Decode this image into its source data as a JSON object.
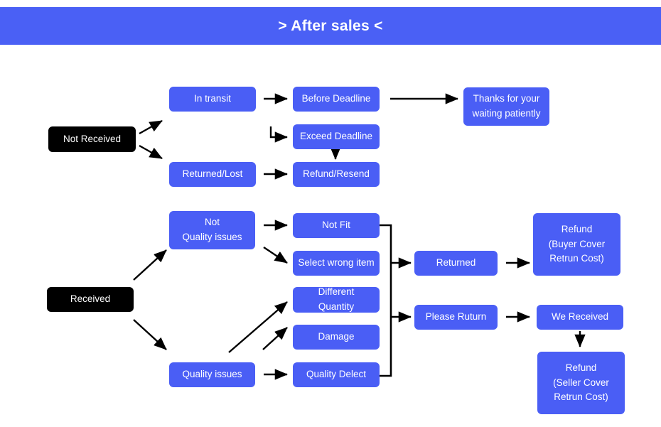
{
  "header": {
    "title": "> After sales <",
    "background_color": "#4a60f5",
    "text_color": "#ffffff"
  },
  "theme": {
    "node_blue": "#4a5ef5",
    "node_black": "#000000",
    "edge_color": "#000000",
    "page_background": "#ffffff"
  },
  "flowchart": {
    "branches": [
      {
        "name": "not-received",
        "root": "Not Received",
        "stages": [
          "In transit",
          "Before Deadline",
          "Exceed Deadline",
          "Refund/Resend",
          "Returned/Lost",
          "Thanks for your waiting patiently"
        ]
      },
      {
        "name": "received",
        "root": "Received",
        "stages": [
          "Not Quality issues",
          "Quality issues",
          "Not Fit",
          "Select wrong item",
          "Different Quantity",
          "Damage",
          "Quality Delect",
          "Returned",
          "Please Ruturn",
          "Refund (Buyer Cover Retrun Cost)",
          "We Received",
          "Refund (Seller Cover Retrun Cost)"
        ]
      }
    ],
    "nodes": {
      "not_received": {
        "label": "Not Received",
        "style": "black"
      },
      "in_transit": {
        "label": "In transit",
        "style": "blue"
      },
      "returned_lost": {
        "label": "Returned/Lost",
        "style": "blue"
      },
      "before_deadline": {
        "label": "Before Deadline",
        "style": "blue"
      },
      "exceed_deadline": {
        "label": "Exceed Deadline",
        "style": "blue"
      },
      "refund_resend": {
        "label": "Refund/Resend",
        "style": "blue"
      },
      "thanks": {
        "line1": "Thanks for your",
        "line2": "waiting patiently",
        "style": "blue"
      },
      "received": {
        "label": "Received",
        "style": "black"
      },
      "not_quality_issues": {
        "line1": "Not",
        "line2": "Quality issues",
        "style": "blue"
      },
      "quality_issues": {
        "label": "Quality issues",
        "style": "blue"
      },
      "not_fit": {
        "label": "Not Fit",
        "style": "blue"
      },
      "select_wrong_item": {
        "label": "Select wrong item",
        "style": "blue"
      },
      "different_quantity": {
        "line1": "Different",
        "line2": "Quantity",
        "style": "blue"
      },
      "damage": {
        "label": "Damage",
        "style": "blue"
      },
      "quality_delect": {
        "label": "Quality Delect",
        "style": "blue"
      },
      "returned": {
        "label": "Returned",
        "style": "blue"
      },
      "please_ruturn": {
        "label": "Please Ruturn",
        "style": "blue"
      },
      "refund_buyer": {
        "line1": "Refund",
        "line2": "(Buyer Cover",
        "line3": "Retrun Cost)",
        "style": "blue"
      },
      "we_received": {
        "label": "We Received",
        "style": "blue"
      },
      "refund_seller": {
        "line1": "Refund",
        "line2": "(Seller Cover",
        "line3": "Retrun Cost)",
        "style": "blue"
      }
    }
  }
}
